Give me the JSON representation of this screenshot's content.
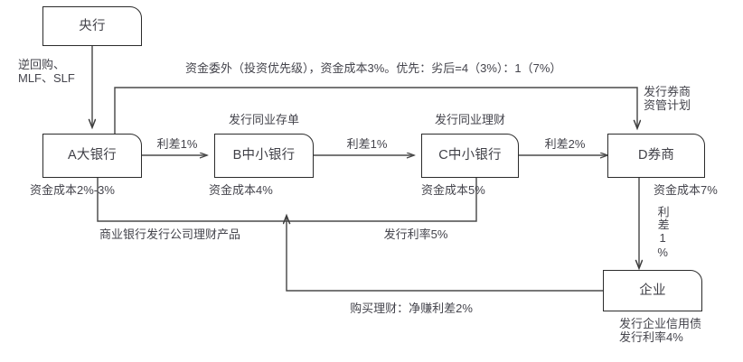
{
  "diagram": {
    "title_text": "",
    "colors": {
      "line": "#4a4a4a",
      "box_border": "#2b2b2b",
      "text": "#44444c",
      "background": "#ffffff"
    },
    "nodes": [
      {
        "id": "central-bank",
        "label": "央行"
      },
      {
        "id": "bank-a",
        "label": "A大银行"
      },
      {
        "id": "bank-b",
        "label": "B中小银行"
      },
      {
        "id": "bank-c",
        "label": "C中小银行"
      },
      {
        "id": "broker-d",
        "label": "D券商"
      },
      {
        "id": "enterprise",
        "label": "企业"
      }
    ],
    "labels": {
      "cb_to_a": "逆回购、\nMLF、SLF",
      "entrust_outsourcing": "资金委外（投资优先级），资金成本3%。优先：劣后=4（3%）：1（7%）",
      "issue_broker_plan": "发行券商\n资管计划",
      "spread_a_b": "利差1%",
      "spread_b_c": "利差1%",
      "spread_c_d": "利差2%",
      "issue_interbank_cd": "发行同业存单",
      "issue_interbank_wmp": "发行同业理财",
      "cost_a": "资金成本2%-3%",
      "cost_b": "资金成本4%",
      "cost_c": "资金成本5%",
      "cost_d": "资金成本7%",
      "spread_d_enterprise": "利差1%",
      "commercial_bank_wmp": "商业银行发行公司理财产品",
      "issue_rate_5": "发行利率5%",
      "buy_wmp_net_spread": "购买理财：净赚利差2%",
      "enterprise_credit_bond": "发行企业信用债\n发行利率4%"
    }
  }
}
